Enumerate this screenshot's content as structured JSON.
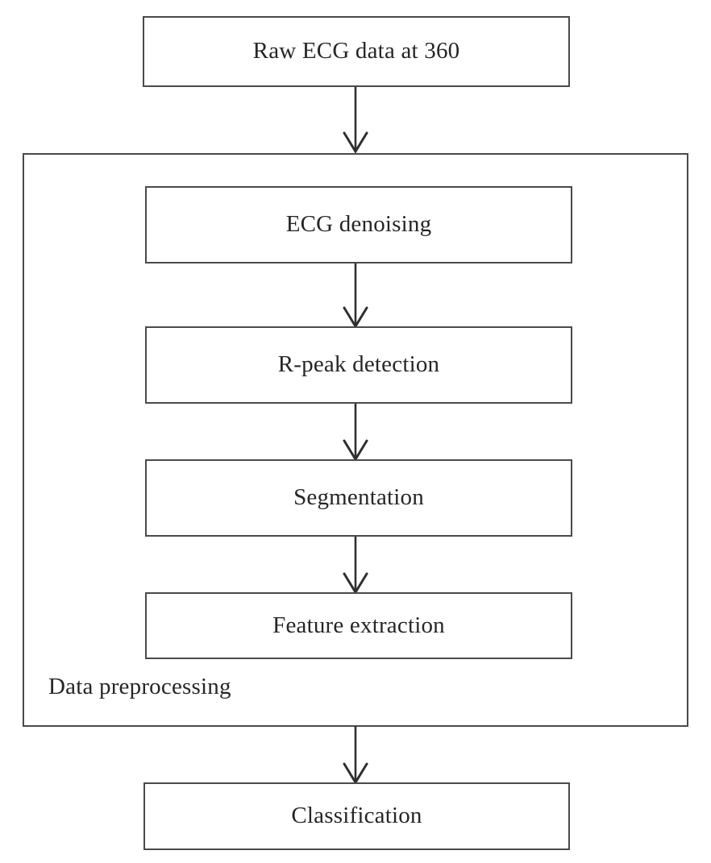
{
  "diagram": {
    "title": "ECG processing pipeline flowchart",
    "orientation": "top-to-bottom",
    "stroke_color": "#4a4a4a",
    "text_color": "#262626",
    "background_color": "#ffffff",
    "nodes": [
      {
        "id": "raw",
        "label": "Raw ECG data at 360"
      },
      {
        "id": "denoise",
        "label": "ECG denoising"
      },
      {
        "id": "rpeak",
        "label": "R-peak detection"
      },
      {
        "id": "segment",
        "label": "Segmentation"
      },
      {
        "id": "feature",
        "label": "Feature extraction"
      },
      {
        "id": "classify",
        "label": "Classification"
      }
    ],
    "group": {
      "id": "preprocessing",
      "caption": "Data preprocessing",
      "contains": [
        "denoise",
        "rpeak",
        "segment",
        "feature"
      ]
    },
    "edges": [
      {
        "from": "raw",
        "to": "preprocessing",
        "style": "arrow-down"
      },
      {
        "from": "denoise",
        "to": "rpeak",
        "style": "arrow-down"
      },
      {
        "from": "rpeak",
        "to": "segment",
        "style": "arrow-down"
      },
      {
        "from": "segment",
        "to": "feature",
        "style": "arrow-down"
      },
      {
        "from": "preprocessing",
        "to": "classify",
        "style": "arrow-down"
      }
    ]
  }
}
